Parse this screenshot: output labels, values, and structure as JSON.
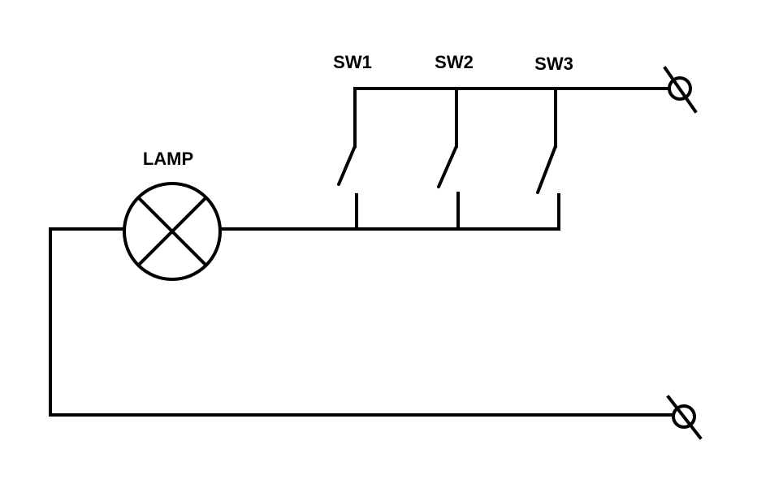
{
  "diagram": {
    "type": "circuit-schematic",
    "colors": {
      "background": "#ffffff",
      "line": "#000000"
    },
    "lamp": {
      "label": "LAMP",
      "symbol": "circle-with-cross"
    },
    "switches": [
      {
        "label": "SW1",
        "state": "open",
        "connection": "parallel"
      },
      {
        "label": "SW2",
        "state": "open",
        "connection": "parallel"
      },
      {
        "label": "SW3",
        "state": "open",
        "connection": "parallel"
      }
    ],
    "terminals": [
      {
        "symbol": "circle-with-slash",
        "position_word": "top-right"
      },
      {
        "symbol": "circle-with-slash",
        "position_word": "bottom-right"
      }
    ]
  }
}
